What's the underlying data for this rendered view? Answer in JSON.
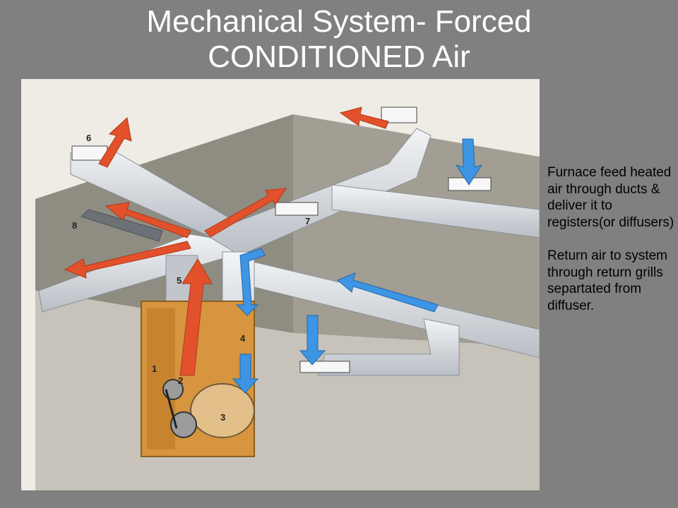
{
  "slide": {
    "title_line1": "Mechanical System- Forced",
    "title_line2": "CONDITIONED Air"
  },
  "figure": {
    "labels": {
      "n1": "1",
      "n2": "2",
      "n3": "3",
      "n4": "4",
      "n5": "5",
      "n6": "6",
      "n7": "7",
      "n8": "8"
    },
    "colors": {
      "supply_arrow": "#e2512b",
      "return_arrow": "#3d95e4",
      "furnace": "#d6953e",
      "duct": "#d9dde2",
      "wall": "#8f8c82",
      "floor": "#c7c3ba"
    }
  },
  "side": {
    "para1": "Furnace feed heated air through ducts & deliver it to registers(or diffusers)",
    "para2": "Return air to system through return grills separtated from diffuser."
  }
}
